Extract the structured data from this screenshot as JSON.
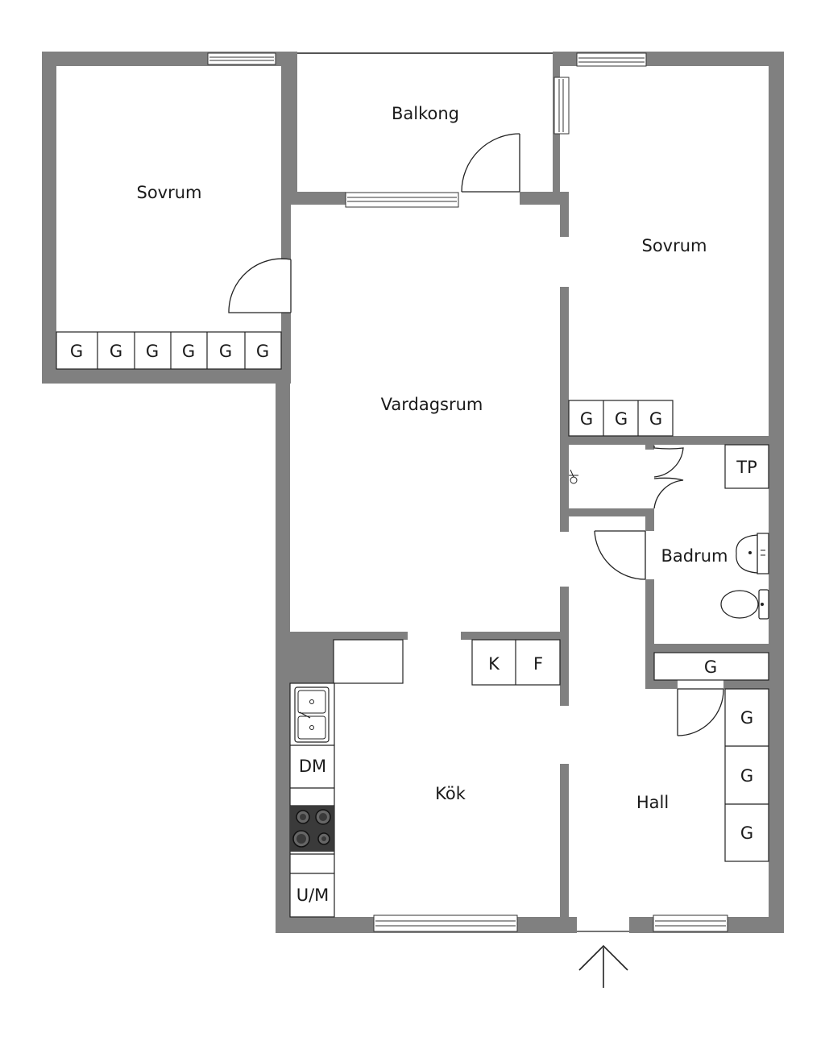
{
  "colors": {
    "wall": "#808080",
    "line": "#222222",
    "background": "#ffffff",
    "hob": "#3a3a3a"
  },
  "rooms": {
    "sovrum_left": "Sovrum",
    "balkong": "Balkong",
    "sovrum_right": "Sovrum",
    "vardagsrum": "Vardagsrum",
    "badrum": "Badrum",
    "kok": "Kök",
    "hall": "Hall"
  },
  "fixtures": {
    "wardrobe": "G",
    "tp": "TP",
    "k": "K",
    "f": "F",
    "dm": "DM",
    "um": "U/M"
  },
  "icons": {
    "entrance": "entrance-arrow-icon",
    "sink": "kitchen-sink-icon",
    "hob": "stove-hob-icon",
    "basin": "wash-basin-icon",
    "toilet": "toilet-icon",
    "door": "door-swing-icon",
    "window": "window-icon"
  }
}
